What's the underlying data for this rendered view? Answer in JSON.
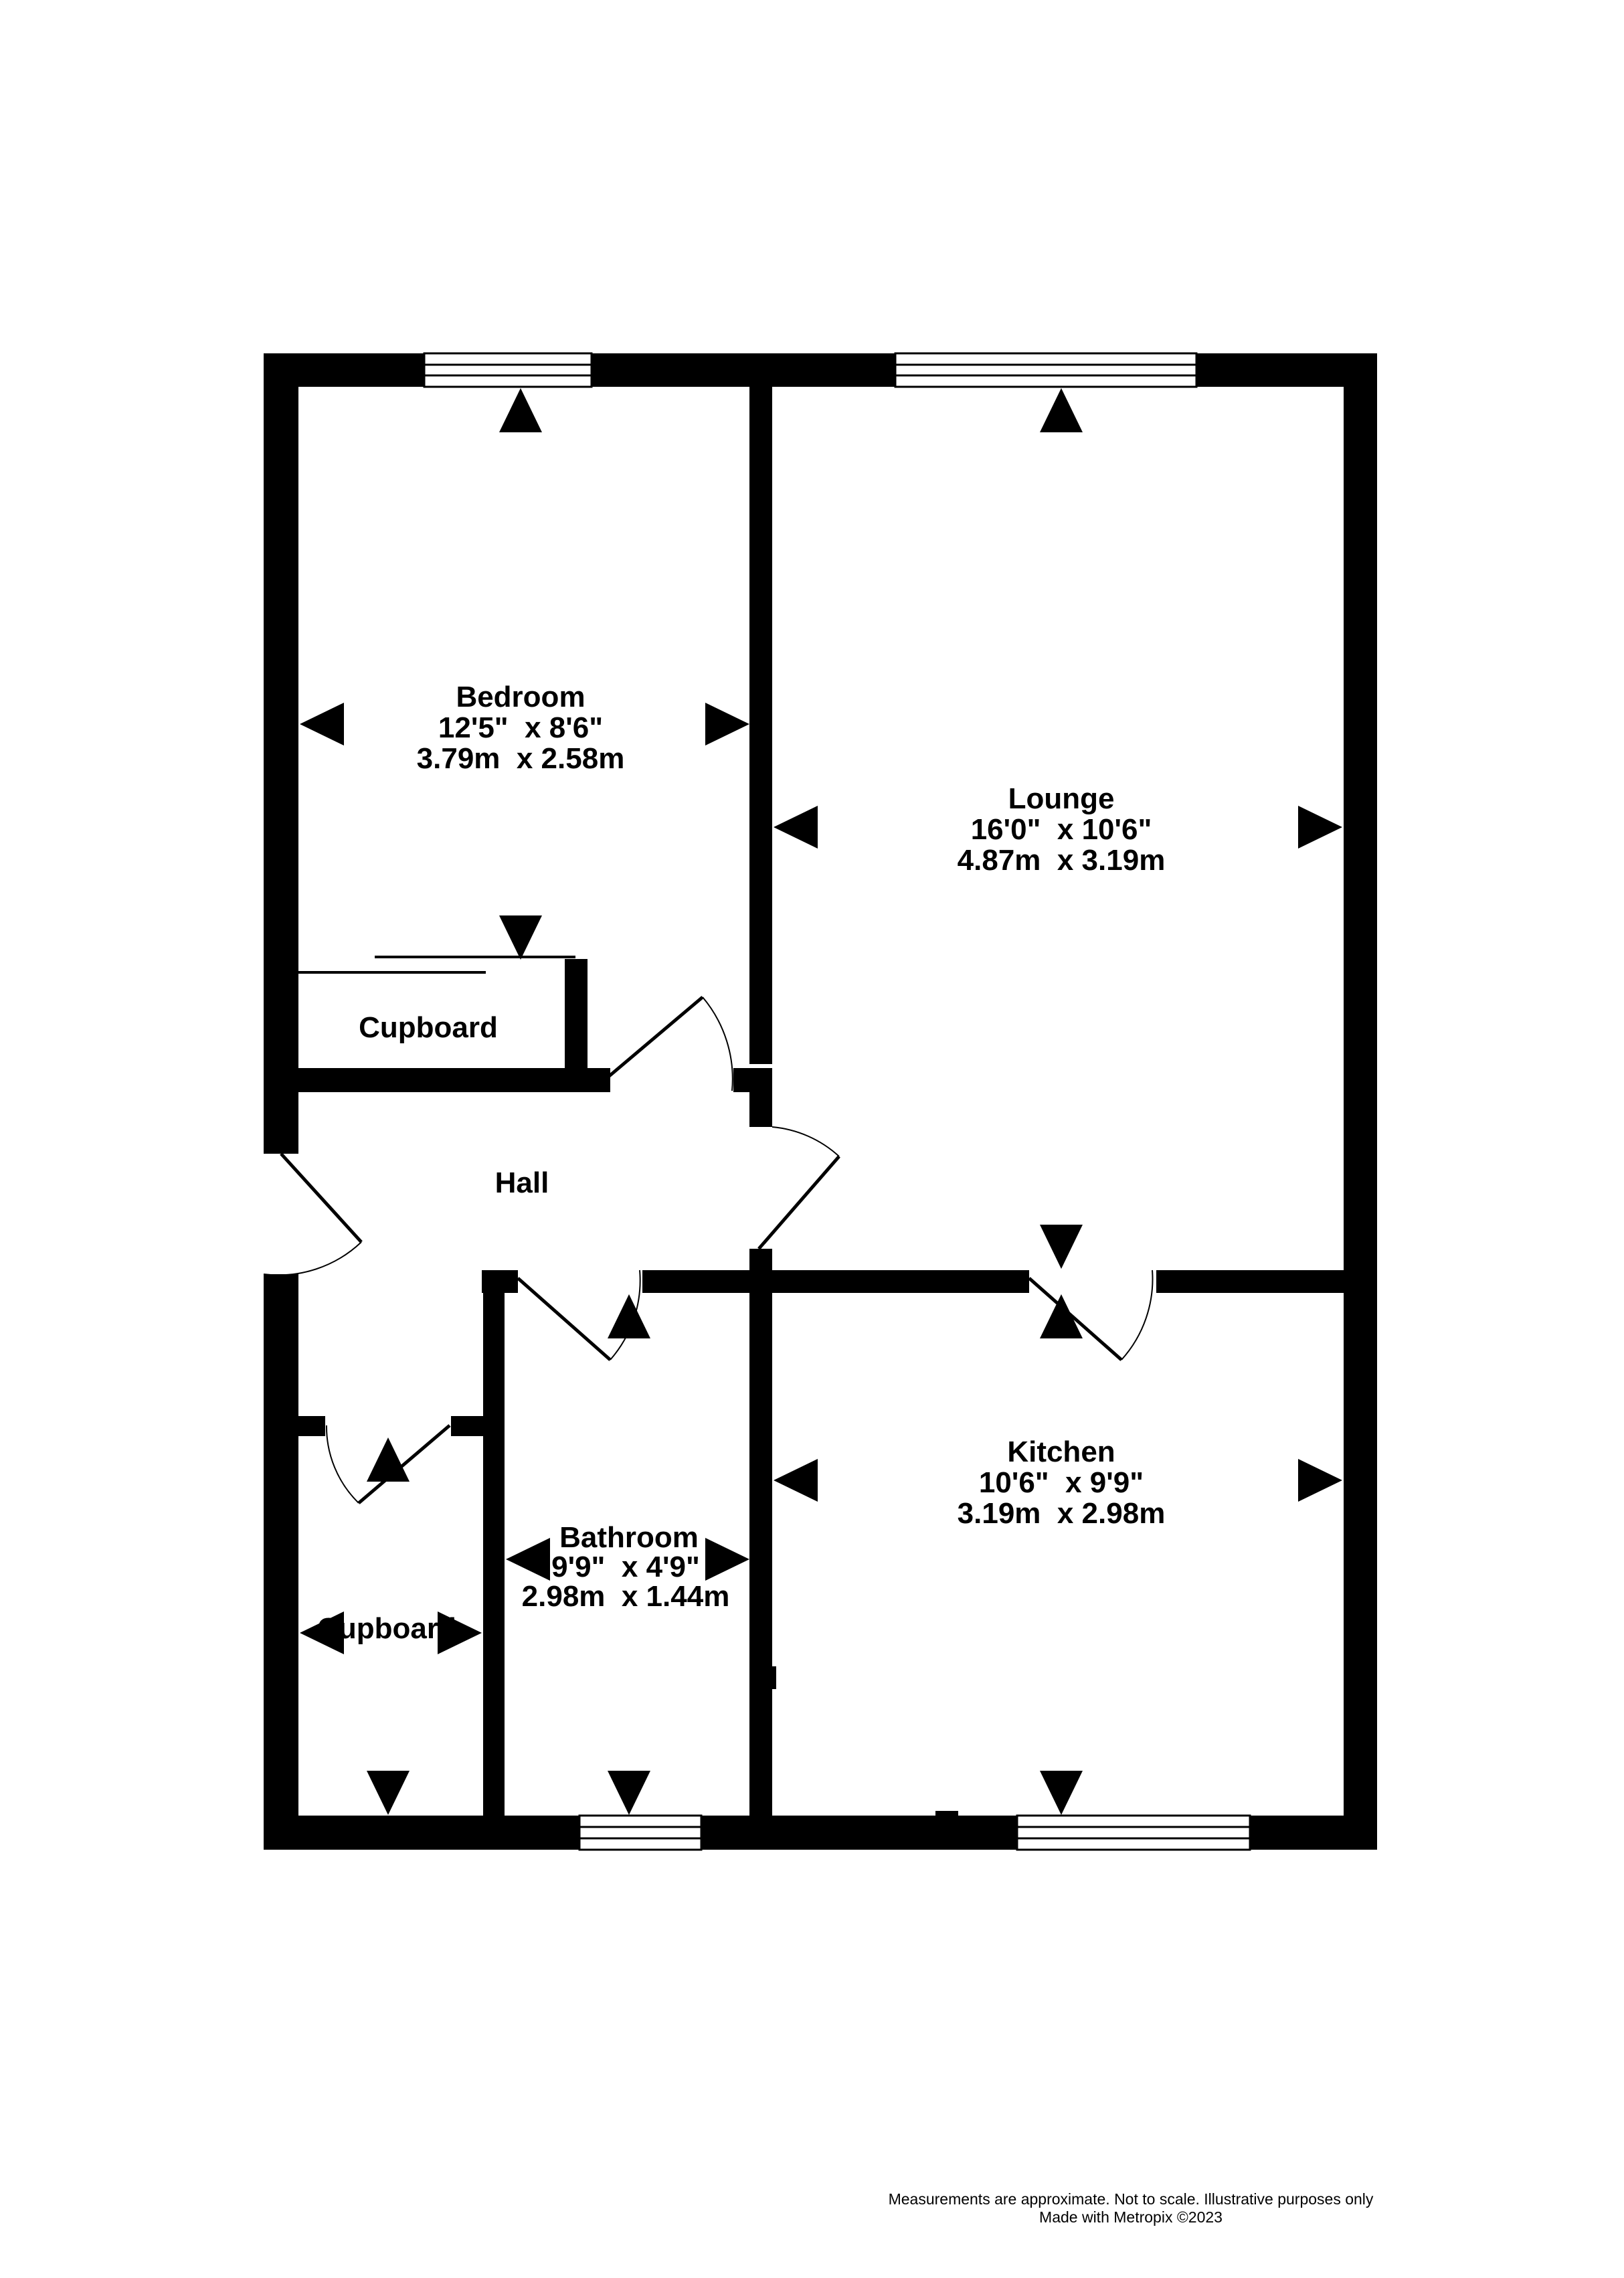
{
  "rooms": {
    "bedroom": {
      "name": "Bedroom",
      "imperial": "12'5\"  x 8'6\"",
      "metric": "3.79m  x 2.58m"
    },
    "lounge": {
      "name": "Lounge",
      "imperial": "16'0\"  x 10'6\"",
      "metric": "4.87m  x 3.19m"
    },
    "kitchen": {
      "name": "Kitchen",
      "imperial": "10'6\"  x 9'9\"",
      "metric": "3.19m  x 2.98m"
    },
    "bathroom": {
      "name": "Bathroom",
      "imperial": "9'9\"  x 4'9\"",
      "metric": "2.98m  x 1.44m"
    },
    "hall": {
      "name": "Hall"
    },
    "cupboard_upper": {
      "name": "Cupboard"
    },
    "cupboard_lower": {
      "name": "Cupboard"
    }
  },
  "footer": {
    "disclaimer": "Measurements are approximate.  Not to scale.  Illustrative purposes only",
    "credit": "Made with Metropix ©2023"
  },
  "colors": {
    "wall": "#000000",
    "window": "#ffffff",
    "background": "#ffffff"
  }
}
